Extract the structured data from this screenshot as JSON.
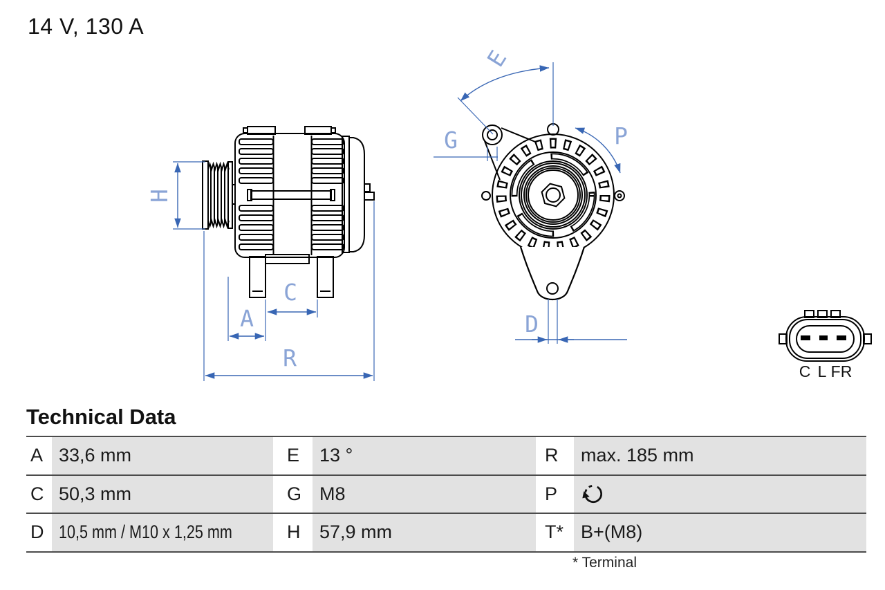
{
  "title": "14 V, 130 A",
  "drawing": {
    "dimension_labels": {
      "H": "H",
      "A": "A",
      "C": "C",
      "R": "R",
      "E": "E",
      "G": "G",
      "P": "P",
      "D": "D"
    },
    "colors": {
      "outline": "#000000",
      "dimension_line": "#3866b4",
      "dimension_label": "#8aa4d6"
    }
  },
  "connector": {
    "pin_labels": [
      "C",
      "L",
      "FR"
    ]
  },
  "table": {
    "title": "Technical Data",
    "footnote": "* Terminal",
    "cell_background": "#e2e2e2",
    "rule_color": "#4b4b4b",
    "rows": [
      [
        {
          "label": "A",
          "value": "33,6 mm"
        },
        {
          "label": "E",
          "value": "13 °"
        },
        {
          "label": "R",
          "value": "max. 185 mm"
        }
      ],
      [
        {
          "label": "C",
          "value": "50,3 mm"
        },
        {
          "label": "G",
          "value": "M8"
        },
        {
          "label": "P",
          "value": "",
          "icon": "rotation-ccw-icon"
        }
      ],
      [
        {
          "label": "D",
          "value": "10,5 mm / M10 x 1,25 mm"
        },
        {
          "label": "H",
          "value": "57,9 mm"
        },
        {
          "label": "T*",
          "value": "B+(M8)"
        }
      ]
    ]
  }
}
